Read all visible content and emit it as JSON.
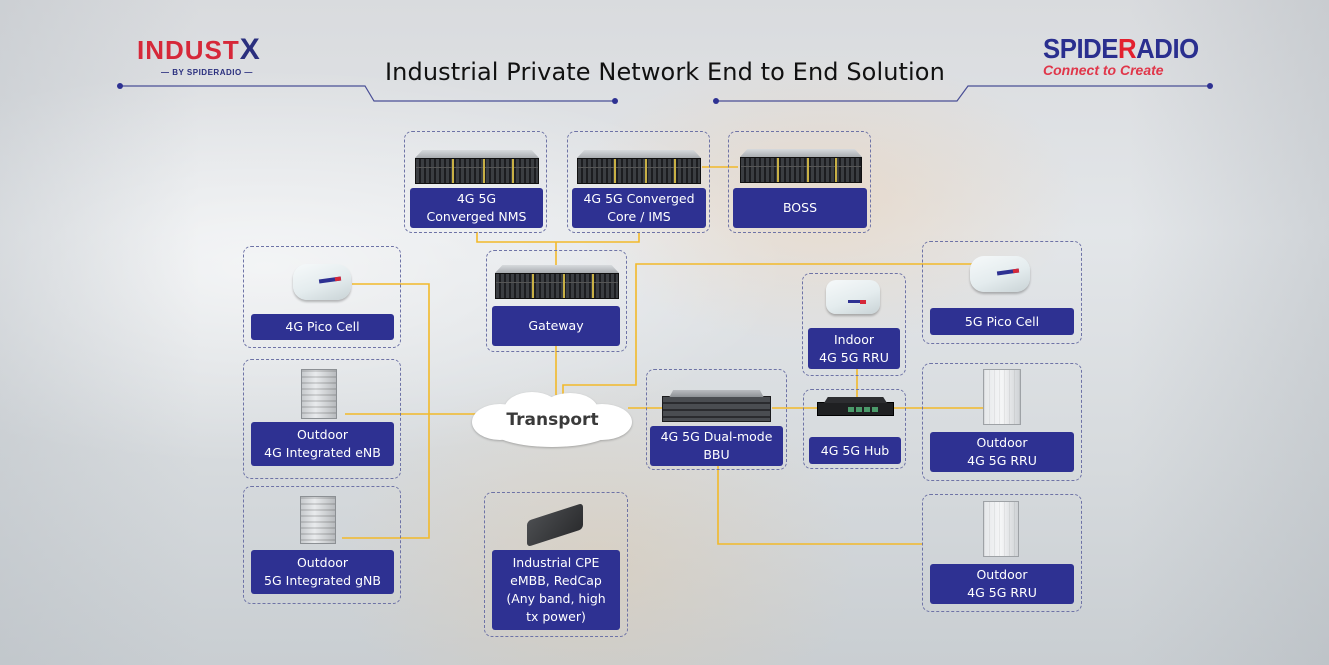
{
  "header": {
    "title": "Industrial Private Network End to End Solution",
    "left_logo": {
      "main": "INDUST",
      "main_accent": "X",
      "sub": "— BY SPIDERADIO —"
    },
    "right_logo": {
      "main_a": "SPIDE",
      "main_accent": "R",
      "main_b": "ADIO",
      "tagline": "Connect to Create"
    }
  },
  "colors": {
    "label_bg": "#2e3192",
    "wire": "#f2b92a",
    "panel_border": "#6e73a6",
    "logo_red": "#d62839",
    "logo_blue": "#2a2f7e"
  },
  "nodes": {
    "nms": {
      "label": "4G 5G\nConverged NMS",
      "icon": "server-icon"
    },
    "core": {
      "label": "4G 5G Converged\nCore / IMS",
      "icon": "server-icon"
    },
    "boss": {
      "label": "BOSS",
      "icon": "server-icon"
    },
    "gateway": {
      "label": "Gateway",
      "icon": "server-icon"
    },
    "pico4g": {
      "label": "4G Pico Cell",
      "icon": "pico-cell-icon"
    },
    "enb": {
      "label": "Outdoor\n4G Integrated eNB",
      "icon": "outdoor-radio-icon"
    },
    "gnb": {
      "label": "Outdoor\n5G Integrated gNB",
      "icon": "outdoor-radio-icon"
    },
    "transport": {
      "label": "Transport",
      "icon": "cloud-icon"
    },
    "cpe": {
      "label": "Industrial CPE\neMBB, RedCap\n(Any band, high\ntx power)",
      "icon": "cpe-icon"
    },
    "bbu": {
      "label": "4G 5G Dual-mode\nBBU",
      "icon": "bbu-icon"
    },
    "indoor_rru": {
      "label": "Indoor\n4G 5G RRU",
      "icon": "indoor-rru-icon"
    },
    "hub": {
      "label": "4G 5G Hub",
      "icon": "hub-icon"
    },
    "pico5g": {
      "label": "5G Pico Cell",
      "icon": "pico-cell-icon"
    },
    "outdoor_rru_1": {
      "label": "Outdoor\n4G 5G RRU",
      "icon": "outdoor-rru-icon"
    },
    "outdoor_rru_2": {
      "label": "Outdoor\n4G 5G RRU",
      "icon": "outdoor-rru-icon"
    }
  },
  "connections": [
    [
      "nms",
      "gateway"
    ],
    [
      "core",
      "gateway"
    ],
    [
      "core",
      "boss"
    ],
    [
      "gateway",
      "transport"
    ],
    [
      "pico4g",
      "transport"
    ],
    [
      "enb",
      "transport"
    ],
    [
      "gnb",
      "transport"
    ],
    [
      "transport",
      "pico5g"
    ],
    [
      "transport",
      "bbu"
    ],
    [
      "bbu",
      "hub"
    ],
    [
      "hub",
      "indoor_rru"
    ],
    [
      "hub",
      "outdoor_rru_1"
    ],
    [
      "bbu",
      "outdoor_rru_2"
    ]
  ]
}
